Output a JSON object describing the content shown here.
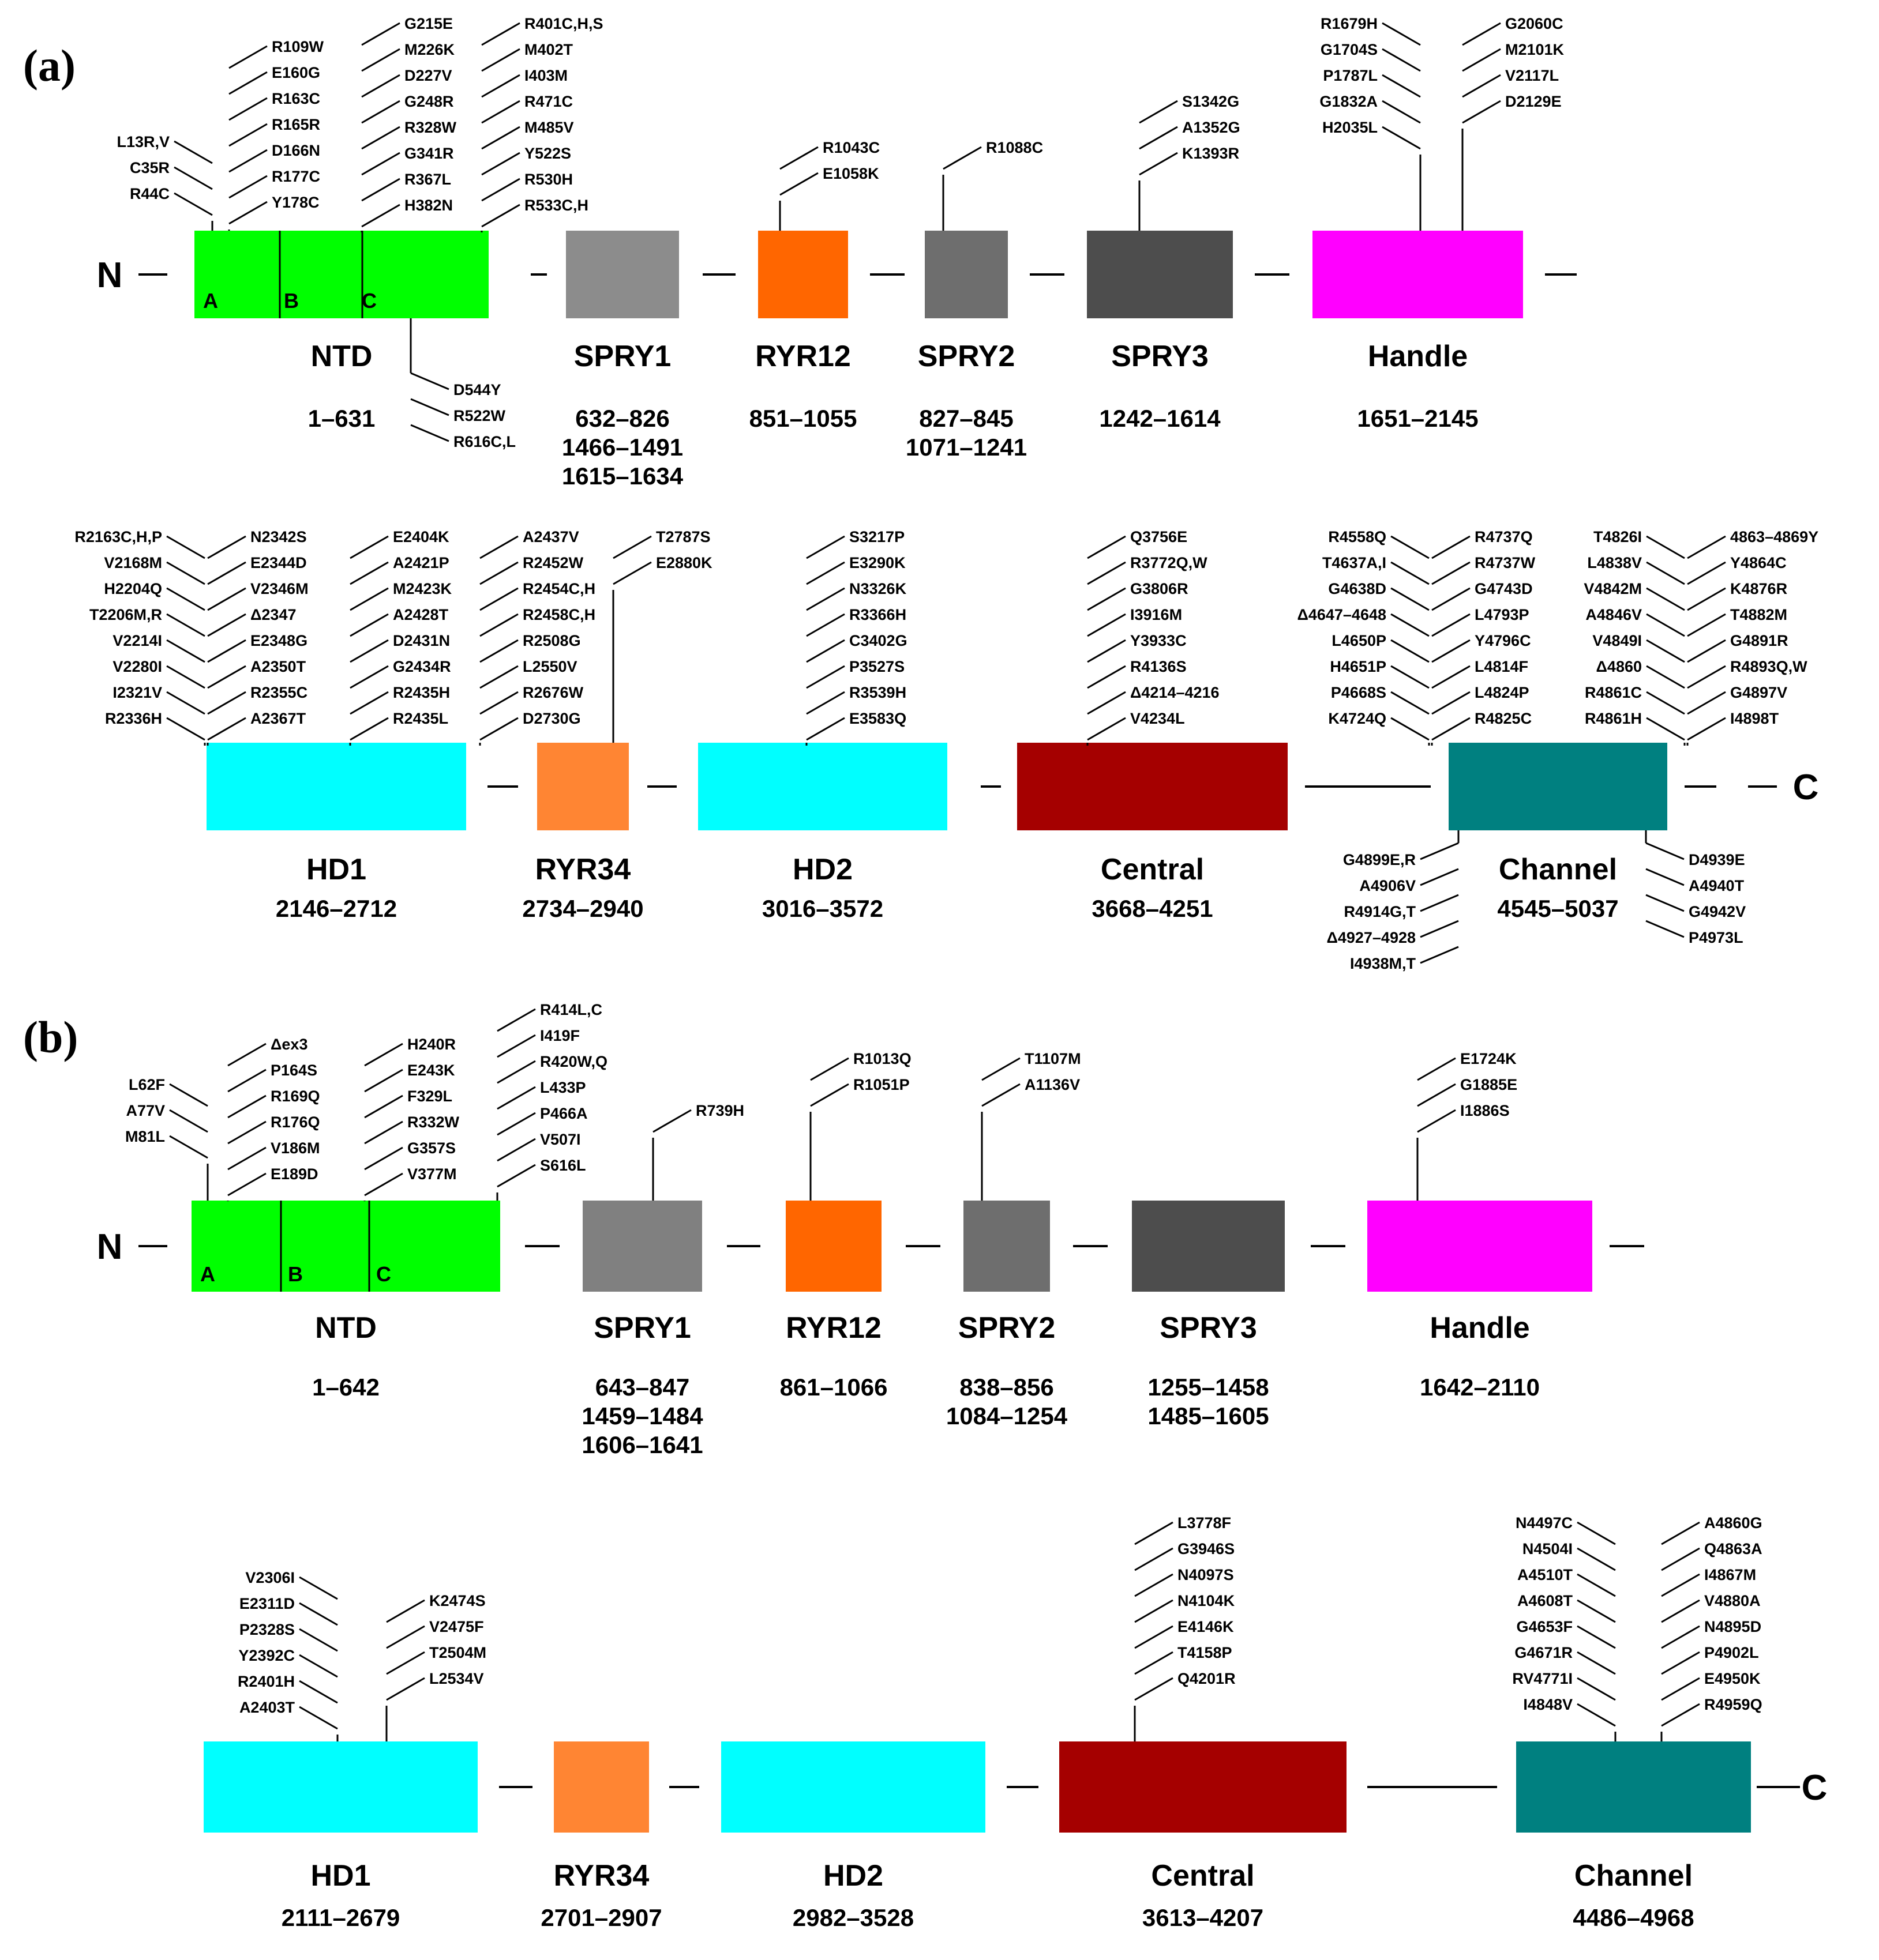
{
  "panels": [
    {
      "label": "(a)",
      "rows": [
        {
          "n_term": "N",
          "c_term": "",
          "domains": [
            {
              "name": "NTD",
              "ranges": [
                "1–631"
              ],
              "color": "#00ff00",
              "subs": [
                "A",
                "B",
                "C"
              ]
            },
            {
              "name": "SPRY1",
              "ranges": [
                "632–826",
                "1466–1491",
                "1615–1634"
              ],
              "color": "#8c8c8c"
            },
            {
              "name": "RYR12",
              "ranges": [
                "851–1055"
              ],
              "color": "#ff6600"
            },
            {
              "name": "SPRY2",
              "ranges": [
                "827–845",
                "1071–1241"
              ],
              "color": "#6e6e6e"
            },
            {
              "name": "SPRY3",
              "ranges": [
                "1242–1614"
              ],
              "color": "#4d4d4d"
            },
            {
              "name": "Handle",
              "ranges": [
                "1651–2145"
              ],
              "color": "#ff00ff"
            }
          ],
          "groups": [
            {
              "dir": "up",
              "side": "left",
              "mutations": [
                "L13R,V",
                "C35R",
                "R44C"
              ]
            },
            {
              "dir": "up",
              "side": "right",
              "mutations": [
                "R109W",
                "E160G",
                "R163C",
                "R165R",
                "D166N",
                "R177C",
                "Y178C"
              ]
            },
            {
              "dir": "up",
              "side": "right",
              "mutations": [
                "G215E",
                "M226K",
                "D227V",
                "G248R",
                "R328W",
                "G341R",
                "R367L",
                "H382N"
              ]
            },
            {
              "dir": "up",
              "side": "right",
              "mutations": [
                "R401C,H,S",
                "M402T",
                "I403M",
                "R471C",
                "M485V",
                "Y522S",
                "R530H",
                "R533C,H"
              ]
            },
            {
              "dir": "down",
              "side": "right",
              "mutations": [
                "D544Y",
                "R522W",
                "R616C,L"
              ]
            },
            {
              "dir": "up",
              "side": "right",
              "mutations": [
                "R1043C",
                "E1058K"
              ]
            },
            {
              "dir": "up",
              "side": "right",
              "mutations": [
                "R1088C"
              ]
            },
            {
              "dir": "up",
              "side": "right",
              "mutations": [
                "S1342G",
                "A1352G",
                "K1393R"
              ]
            },
            {
              "dir": "up",
              "side": "left",
              "mutations": [
                "R1679H",
                "G1704S",
                "P1787L",
                "G1832A",
                "H2035L"
              ]
            },
            {
              "dir": "up",
              "side": "right",
              "mutations": [
                "G2060C",
                "M2101K",
                "V2117L",
                "D2129E"
              ]
            }
          ]
        },
        {
          "n_term": "",
          "c_term": "C",
          "domains": [
            {
              "name": "HD1",
              "ranges": [
                "2146–2712"
              ],
              "color": "#00ffff"
            },
            {
              "name": "RYR34",
              "ranges": [
                "2734–2940"
              ],
              "color": "#ff8533"
            },
            {
              "name": "HD2",
              "ranges": [
                "3016–3572"
              ],
              "color": "#00ffff"
            },
            {
              "name": "Central",
              "ranges": [
                "3668–4251"
              ],
              "color": "#a50000"
            },
            {
              "name": "Channel",
              "ranges": [
                "4545–5037"
              ],
              "color": "#008080"
            }
          ],
          "groups": [
            {
              "dir": "up",
              "side": "left",
              "mutations": [
                "R2163C,H,P",
                "V2168M",
                "H2204Q",
                "T2206M,R",
                "V2214I",
                "V2280I",
                "I2321V",
                "R2336H"
              ]
            },
            {
              "dir": "up",
              "side": "right",
              "mutations": [
                "N2342S",
                "E2344D",
                "V2346M",
                "Δ2347",
                "E2348G",
                "A2350T",
                "R2355C",
                "A2367T"
              ]
            },
            {
              "dir": "up",
              "side": "right",
              "mutations": [
                "E2404K",
                "A2421P",
                "M2423K",
                "A2428T",
                "D2431N",
                "G2434R",
                "R2435H",
                "R2435L"
              ]
            },
            {
              "dir": "up",
              "side": "right",
              "mutations": [
                "A2437V",
                "R2452W",
                "R2454C,H",
                "R2458C,H",
                "R2508G",
                "L2550V",
                "R2676W",
                "D2730G"
              ]
            },
            {
              "dir": "up",
              "side": "right",
              "mutations": [
                "T2787S",
                "E2880K"
              ]
            },
            {
              "dir": "up",
              "side": "right",
              "mutations": [
                "S3217P",
                "E3290K",
                "N3326K",
                "R3366H",
                "C3402G",
                "P3527S",
                "R3539H",
                "E3583Q"
              ]
            },
            {
              "dir": "up",
              "side": "right",
              "mutations": [
                "Q3756E",
                "R3772Q,W",
                "G3806R",
                "I3916M",
                "Y3933C",
                "R4136S",
                "Δ4214–4216",
                "V4234L"
              ]
            },
            {
              "dir": "up",
              "side": "left",
              "mutations": [
                "R4558Q",
                "T4637A,I",
                "G4638D",
                "Δ4647–4648",
                "L4650P",
                "H4651P",
                "P4668S",
                "K4724Q"
              ]
            },
            {
              "dir": "up",
              "side": "right",
              "mutations": [
                "R4737Q",
                "R4737W",
                "G4743D",
                "L4793P",
                "Y4796C",
                "L4814F",
                "L4824P",
                "R4825C"
              ]
            },
            {
              "dir": "up",
              "side": "left",
              "mutations": [
                "T4826I",
                "L4838V",
                "V4842M",
                "A4846V",
                "V4849I",
                "Δ4860",
                "R4861C",
                "R4861H"
              ]
            },
            {
              "dir": "up",
              "side": "right",
              "mutations": [
                "4863–4869Y",
                "Y4864C",
                "K4876R",
                "T4882M",
                "G4891R",
                "R4893Q,W",
                "G4897V",
                "I4898T"
              ]
            },
            {
              "dir": "down",
              "side": "left",
              "mutations": [
                "G4899E,R",
                "A4906V",
                "R4914G,T",
                "Δ4927–4928",
                "I4938M,T"
              ]
            },
            {
              "dir": "down",
              "side": "right",
              "mutations": [
                "D4939E",
                "A4940T",
                "G4942V",
                "P4973L"
              ]
            }
          ]
        }
      ]
    },
    {
      "label": "(b)",
      "rows": [
        {
          "n_term": "N",
          "c_term": "",
          "domains": [
            {
              "name": "NTD",
              "ranges": [
                "1–642"
              ],
              "color": "#00ff00",
              "subs": [
                "A",
                "B",
                "C"
              ]
            },
            {
              "name": "SPRY1",
              "ranges": [
                "643–847",
                "1459–1484",
                "1606–1641"
              ],
              "color": "#808080"
            },
            {
              "name": "RYR12",
              "ranges": [
                "861–1066"
              ],
              "color": "#ff6600"
            },
            {
              "name": "SPRY2",
              "ranges": [
                "838–856",
                "1084–1254"
              ],
              "color": "#6e6e6e"
            },
            {
              "name": "SPRY3",
              "ranges": [
                "1255–1458",
                "1485–1605"
              ],
              "color": "#4d4d4d"
            },
            {
              "name": "Handle",
              "ranges": [
                "1642–2110"
              ],
              "color": "#ff00ff"
            }
          ],
          "groups": [
            {
              "dir": "up",
              "side": "left",
              "mutations": [
                "L62F",
                "A77V",
                "M81L"
              ]
            },
            {
              "dir": "up",
              "side": "right",
              "mutations": [
                "Δex3",
                "P164S",
                "R169Q",
                "R176Q",
                "V186M",
                "E189D"
              ]
            },
            {
              "dir": "up",
              "side": "right",
              "mutations": [
                "H240R",
                "E243K",
                "F329L",
                "R332W",
                "G357S",
                "V377M"
              ]
            },
            {
              "dir": "up",
              "side": "right",
              "mutations": [
                "R414L,C",
                "I419F",
                "R420W,Q",
                "L433P",
                "P466A",
                "V507I",
                "S616L"
              ]
            },
            {
              "dir": "up",
              "side": "right",
              "mutations": [
                "R739H"
              ]
            },
            {
              "dir": "up",
              "side": "right",
              "mutations": [
                "R1013Q",
                "R1051P"
              ]
            },
            {
              "dir": "up",
              "side": "right",
              "mutations": [
                "T1107M",
                "A1136V"
              ]
            },
            {
              "dir": "up",
              "side": "right",
              "mutations": [
                "E1724K",
                "G1885E",
                "I1886S"
              ]
            }
          ]
        },
        {
          "n_term": "",
          "c_term": "C",
          "domains": [
            {
              "name": "HD1",
              "ranges": [
                "2111–2679"
              ],
              "color": "#00ffff"
            },
            {
              "name": "RYR34",
              "ranges": [
                "2701–2907"
              ],
              "color": "#ff8533"
            },
            {
              "name": "HD2",
              "ranges": [
                "2982–3528"
              ],
              "color": "#00ffff"
            },
            {
              "name": "Central",
              "ranges": [
                "3613–4207"
              ],
              "color": "#a50000"
            },
            {
              "name": "Channel",
              "ranges": [
                "4486–4968"
              ],
              "color": "#008080"
            }
          ],
          "groups": [
            {
              "dir": "up",
              "side": "left",
              "mutations": [
                "V2306I",
                "E2311D",
                "P2328S",
                "Y2392C",
                "R2401H",
                "A2403T"
              ]
            },
            {
              "dir": "up",
              "side": "right",
              "mutations": [
                "K2474S",
                "V2475F",
                "T2504M",
                "L2534V"
              ]
            },
            {
              "dir": "up",
              "side": "right",
              "mutations": [
                "L3778F",
                "G3946S",
                "N4097S",
                "N4104K",
                "E4146K",
                "T4158P",
                "Q4201R"
              ]
            },
            {
              "dir": "up",
              "side": "left",
              "mutations": [
                "N4497C",
                "N4504I",
                "A4510T",
                "A4608T",
                "G4653F",
                "G4671R",
                "RV4771I",
                "I4848V"
              ]
            },
            {
              "dir": "up",
              "side": "right",
              "mutations": [
                "A4860G",
                "Q4863A",
                "I4867M",
                "V4880A",
                "N4895D",
                "P4902L",
                "E4950K",
                "R4959Q"
              ]
            }
          ]
        }
      ]
    }
  ]
}
